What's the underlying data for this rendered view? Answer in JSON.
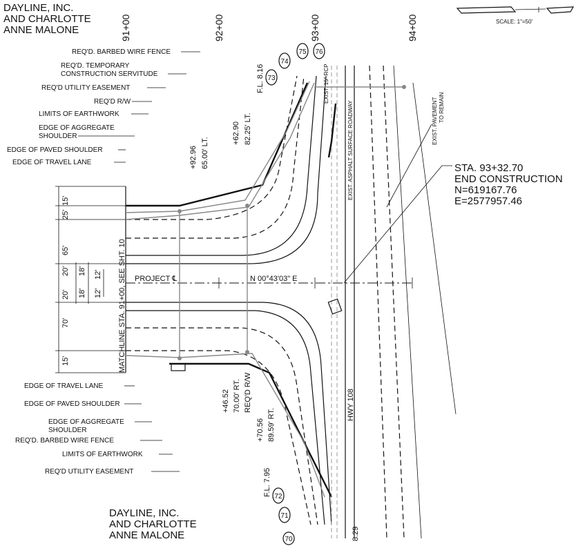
{
  "owners": {
    "top": [
      "DAYLINE, INC.",
      "AND CHARLOTTE",
      "ANNE MALONE"
    ],
    "bottom": [
      "DAYLINE, INC.",
      "AND CHARLOTTE",
      "ANNE MALONE"
    ]
  },
  "scale": "SCALE: 1\"=50'",
  "stations": [
    "91+00",
    "92+00",
    "93+00",
    "94+00"
  ],
  "callouts_left_top": [
    "REQ'D. BARBED WIRE FENCE",
    "REQ'D. TEMPORARY",
    "CONSTRUCTION SERVITUDE",
    "REQ'D UTILITY EASEMENT",
    "REQ'D R/W",
    "LIMITS OF EARTHWORK",
    "EDGE OF AGGREGATE",
    "SHOULDER",
    "EDGE OF PAVED SHOULDER",
    "EDGE OF TRAVEL LANE"
  ],
  "callouts_left_bottom": [
    "EDGE OF TRAVEL LANE",
    "EDGE OF PAVED SHOULDER",
    "EDGE OF AGGREGATE",
    "SHOULDER",
    "REQ'D. BARBED WIRE FENCE",
    "LIMITS OF EARTHWORK",
    "REQ'D UTILITY EASEMENT"
  ],
  "end_construction": {
    "station": "STA. 93+32.70",
    "label": "END CONSTRUCTION",
    "northing": "N=619167.76",
    "easting": "E=2577957.46"
  },
  "existing_pavement": [
    "EXIST. PAVEMENT",
    "TO REMAIN"
  ],
  "existing_roadway": "EXIST. ASPHALT SURFACE ROADWAY",
  "exist_rcp": "EXIST. 15\" RCP",
  "highway": "HWY 108",
  "project_label": "PROJECT ℄",
  "bearing": "N 00°43'03\" E",
  "matchline": "MATCHLINE STA. 91+00, SEE SHT. 10",
  "dims_vertical": [
    "15'",
    "25'",
    "65'",
    "20'",
    "18'",
    "12'",
    "12'",
    "18'",
    "20'",
    "70'",
    "15'"
  ],
  "offsets_top": {
    "a_sta": "+92.96",
    "a_off": "65.00' LT.",
    "b_sta": "+62.90",
    "b_off": "82.25' LT.",
    "fl": "F.L. 8.16"
  },
  "offsets_bottom": {
    "a_sta": "+46.52",
    "a_off": "70.00' RT.",
    "a_note": "REQ'D R/W",
    "b_sta": "+70.56",
    "b_off": "89.59' RT.",
    "fl": "F.L. 7.95",
    "elev": "8.29"
  },
  "point_numbers": [
    "73",
    "74",
    "75",
    "76",
    "72",
    "71",
    "70"
  ]
}
